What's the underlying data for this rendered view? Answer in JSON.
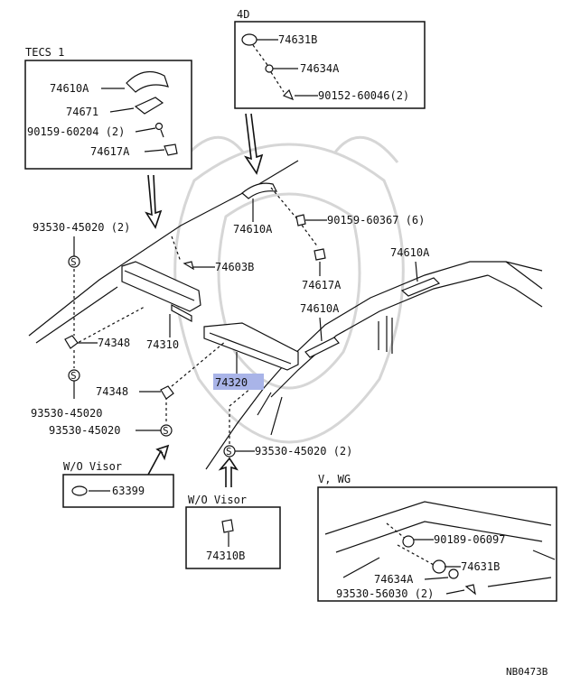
{
  "diagram": {
    "footer_code": "NB0473B",
    "highlight_color": "#a9b4e8",
    "boxes": {
      "tecs": {
        "title": "TECS 1",
        "parts": [
          "74610A",
          "74671",
          "90159-60204 (2)",
          "74617A"
        ]
      },
      "fourd": {
        "title": "4D",
        "parts": [
          "74631B",
          "74634A",
          "90152-60046(2)"
        ]
      },
      "wo_visor_left": {
        "title": "W/O Visor",
        "parts": [
          "63399"
        ]
      },
      "wo_visor_center": {
        "title": "W/O Visor",
        "parts": [
          "74310B"
        ]
      },
      "vwg": {
        "title": "V, WG",
        "parts": [
          "90189-06097",
          "74631B",
          "74634A",
          "93530-56030 (2)"
        ]
      }
    },
    "callouts": {
      "c93530_top": "93530-45020 (2)",
      "c74603b": "74603B",
      "c74610a_mid": "74610A",
      "c90159_60367": "90159-60367 (6)",
      "c74617a": "74617A",
      "c74610a_right": "74610A",
      "c74610a_lower": "74610A",
      "c74348_upper": "74348",
      "c74310": "74310",
      "c74320": "74320",
      "c74348_lower": "74348",
      "c93530_left": "93530-45020",
      "c93530_mid": "93530-45020",
      "c93530_bottom": "93530-45020 (2)"
    }
  }
}
